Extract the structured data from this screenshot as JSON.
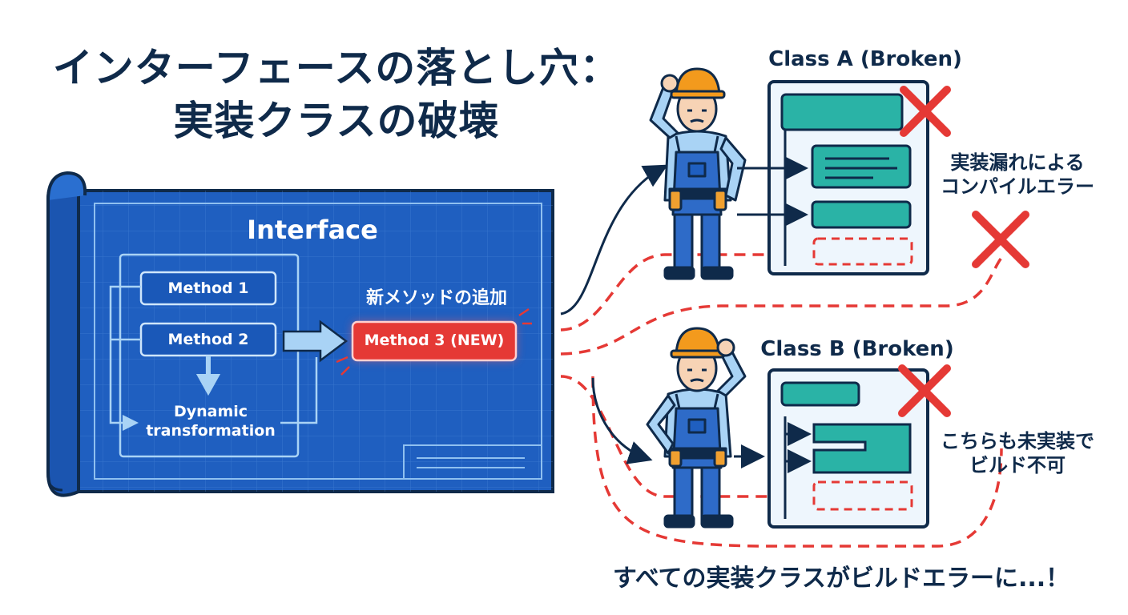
{
  "title": {
    "line1": "インターフェースの落とし穴：",
    "line2": "実装クラスの破壊"
  },
  "blueprint": {
    "heading": "Interface",
    "method1": "Method 1",
    "method2": "Method 2",
    "method3": "Method 3 (NEW)",
    "dynamic_line1": "Dynamic",
    "dynamic_line2": "transformation",
    "new_method_caption": "新メソッドの追加"
  },
  "class_a": {
    "title": "Class A  (Broken)",
    "error_line1": "実装漏れによる",
    "error_line2": "コンパイルエラー"
  },
  "class_b": {
    "title": "Class B (Broken)",
    "error_line1": "こちらも未実装で",
    "error_line2": "ビルド不可"
  },
  "footer": "すべての実装クラスがビルドエラーに...！",
  "colors": {
    "navy": "#0f2a4a",
    "blueprint": "#1f5fc0",
    "error_red": "#e53935",
    "teal": "#2ab3a6",
    "light_blue": "#a9d3f5"
  }
}
